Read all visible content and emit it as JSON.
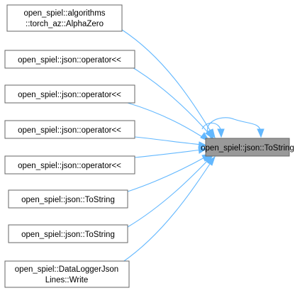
{
  "target": {
    "lines": [
      "open_spiel::json::ToString"
    ]
  },
  "callers": [
    {
      "lines": [
        "open_spiel::algorithms",
        "::torch_az::AlphaZero"
      ]
    },
    {
      "lines": [
        "open_spiel::json::operator<<"
      ]
    },
    {
      "lines": [
        "open_spiel::json::operator<<"
      ]
    },
    {
      "lines": [
        "open_spiel::json::operator<<"
      ]
    },
    {
      "lines": [
        "open_spiel::json::operator<<"
      ]
    },
    {
      "lines": [
        "open_spiel::json::ToString"
      ]
    },
    {
      "lines": [
        "open_spiel::json::ToString"
      ]
    },
    {
      "lines": [
        "open_spiel::DataLoggerJson",
        "Lines::Write"
      ]
    }
  ],
  "colors": {
    "edge": "#63b8ff",
    "target_fill": "#999999",
    "node_border": "#666666"
  }
}
